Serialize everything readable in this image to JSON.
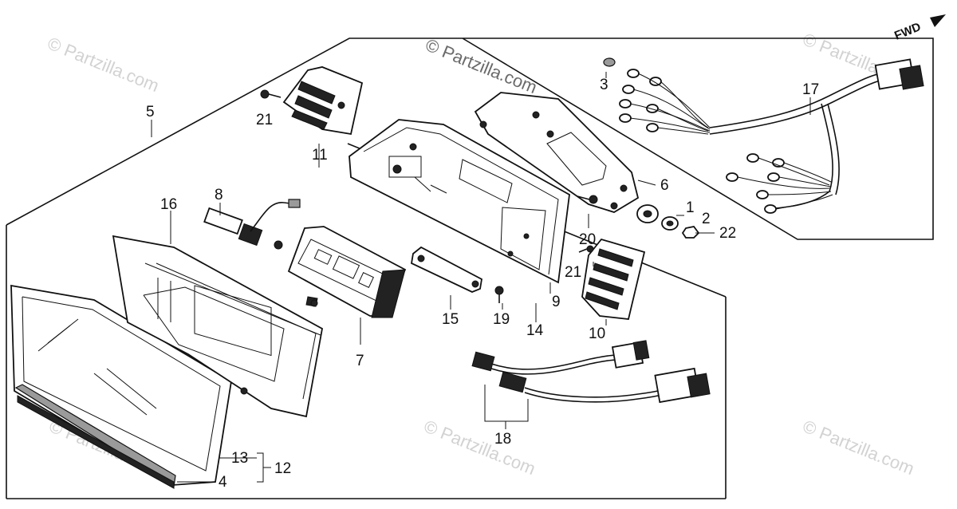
{
  "watermark": {
    "main": "© Partzilla.com",
    "faint": "© Partzilla.com"
  },
  "direction_marker": {
    "label": "FWD"
  },
  "callouts": {
    "c1": "1",
    "c2": "2",
    "c3": "3",
    "c4": "4",
    "c5": "5",
    "c6": "6",
    "c7": "7",
    "c8": "8",
    "c9": "9",
    "c10": "10",
    "c11": "11",
    "c12": "12",
    "c13": "13",
    "c14": "14",
    "c15": "15",
    "c16": "16",
    "c17": "17",
    "c18": "18",
    "c19": "19",
    "c20": "20",
    "c21a": "21",
    "c21b": "21",
    "c22": "22"
  }
}
